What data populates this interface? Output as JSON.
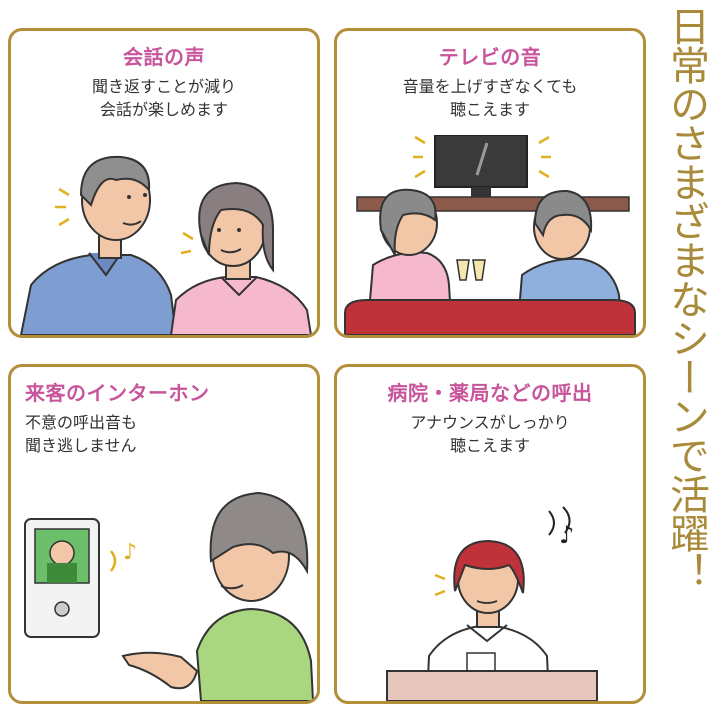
{
  "panels": [
    {
      "title": "会話の声",
      "desc": [
        "聞き返すことが減り",
        "会話が楽しめます"
      ]
    },
    {
      "title": "テレビの音",
      "desc": [
        "音量を上げすぎなくても",
        "聴こえます"
      ]
    },
    {
      "title": "来客のインターホン",
      "desc": [
        "不意の呼出音も",
        "聞き逃しません"
      ]
    },
    {
      "title": "病院・薬局などの呼出",
      "desc": [
        "アナウンスがしっかり",
        "聴こえます"
      ]
    }
  ],
  "tagline": "日常のさまざまなシーンで活躍！",
  "colors": {
    "border": "#b38f3a",
    "title": "#c8559b",
    "tagline": "#a88a3a"
  }
}
